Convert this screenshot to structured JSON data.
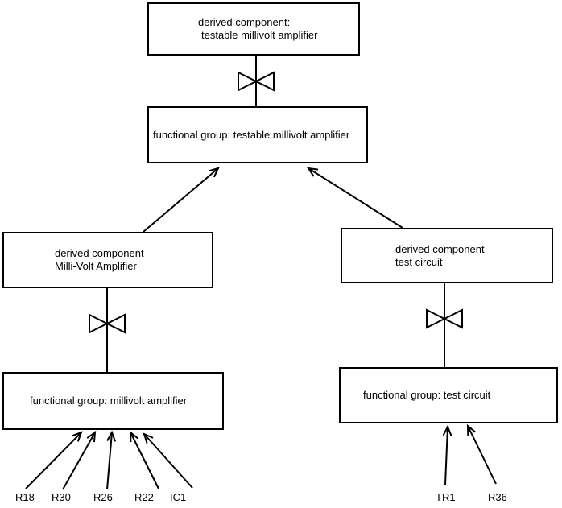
{
  "diagram": {
    "background": "#ffffff",
    "line_color": "#000000",
    "boxes": {
      "top_derived": {
        "line1": "derived component:",
        "line2": "testable millivolt amplifier"
      },
      "top_functional": {
        "line1": "functional group: testable millivolt amplifier"
      },
      "left_derived": {
        "line1": "derived component",
        "line2": "Milli-Volt Amplifier"
      },
      "left_functional": {
        "line1": "functional group: millivolt amplifier"
      },
      "right_derived": {
        "line1": "derived component",
        "line2": "test circuit"
      },
      "right_functional": {
        "line1": "functional group: test circuit"
      }
    },
    "leaves_left": [
      "R18",
      "R30",
      "R26",
      "R22",
      "IC1"
    ],
    "leaves_right": [
      "TR1",
      "R36"
    ]
  }
}
